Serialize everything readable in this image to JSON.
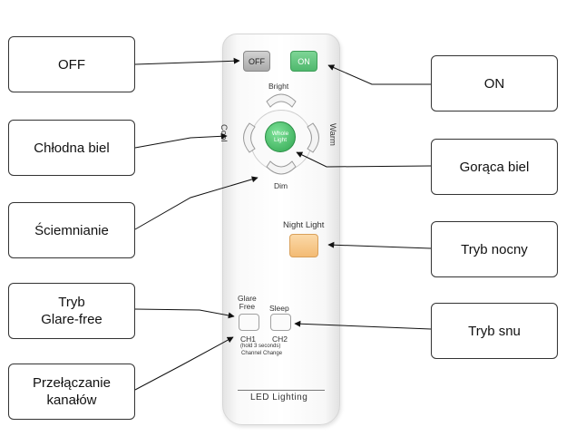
{
  "callouts": {
    "off": "OFF",
    "cool": "Chłodna biel",
    "dim": "Ściemnianie",
    "glare": "Tryb\nGlare-free",
    "channel": "Przełączanie\nkanałów",
    "on": "ON",
    "warm": "Gorąca biel",
    "night": "Tryb nocny",
    "sleep": "Tryb snu"
  },
  "remote": {
    "off_button": "OFF",
    "on_button": "ON",
    "bright": "Bright",
    "dim": "Dim",
    "cool": "Cool",
    "warm": "Warm",
    "whole_light": "Whole\nLight",
    "night_light": "Night Light",
    "glare_free": "Glare\nFree",
    "sleep": "Sleep",
    "ch1": "CH1",
    "ch2": "CH2",
    "hold": "(hold 3 seconds)",
    "channel_change": "Channel Change",
    "brand": "LED Lighting"
  },
  "colors": {
    "on_button": "#5cc47a",
    "off_button": "#bdbdbd",
    "whole_light": "#3db85e",
    "night_light": "#f6c886"
  }
}
